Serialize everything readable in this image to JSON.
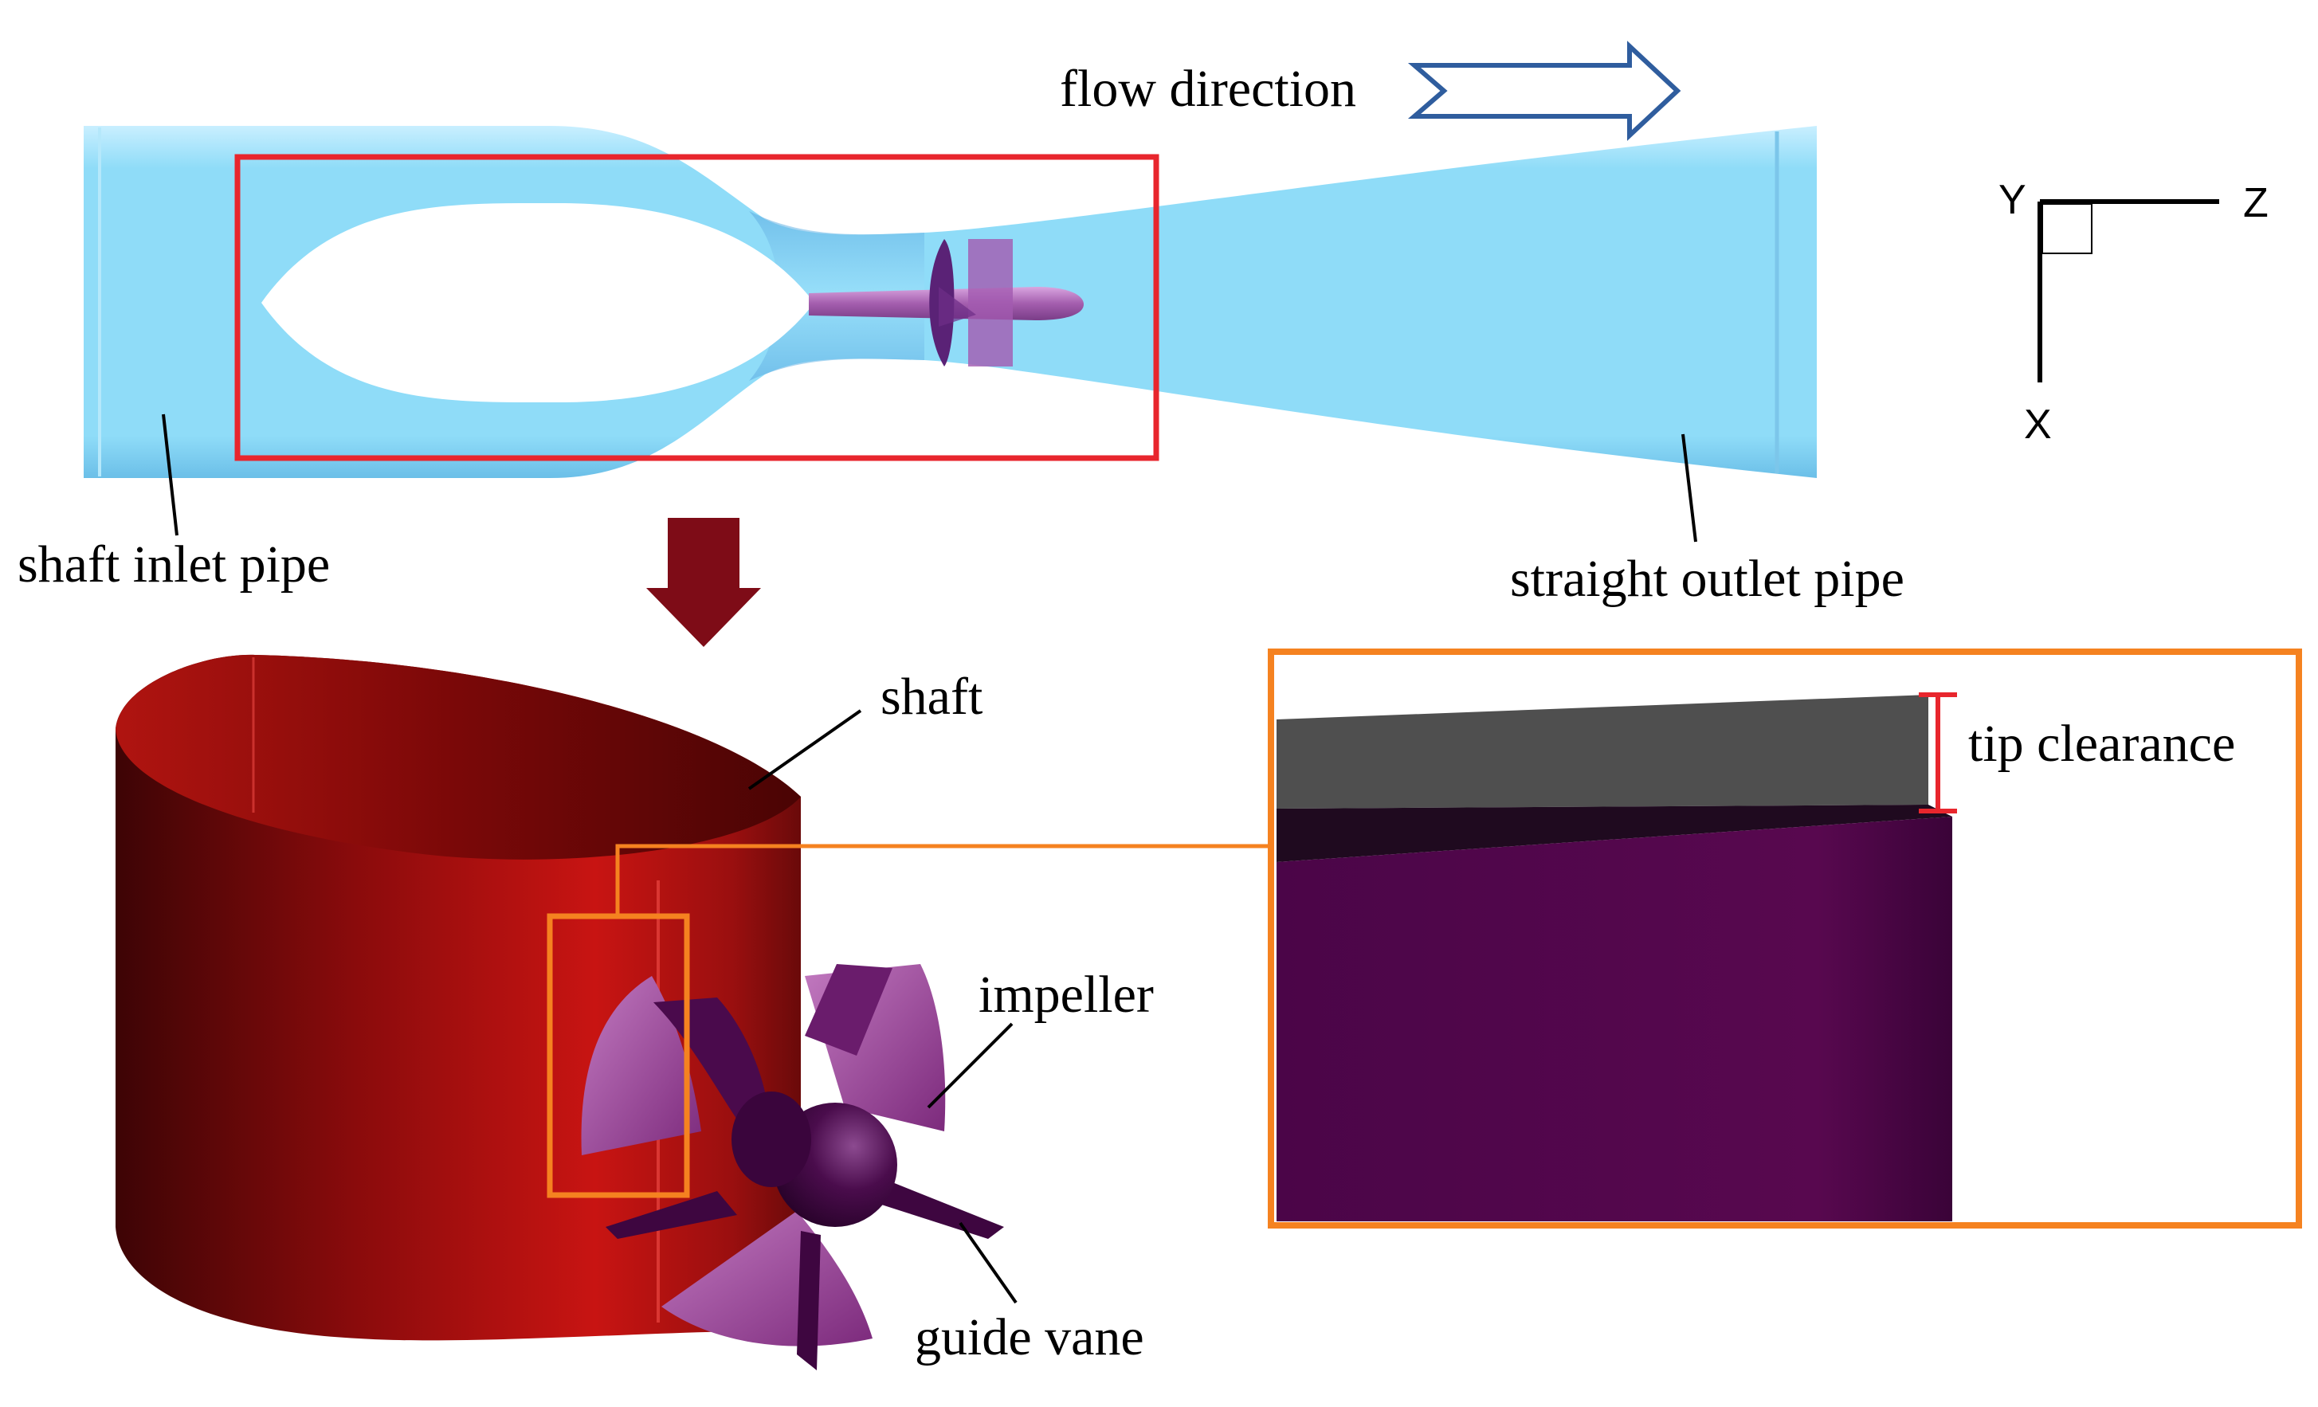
{
  "labels": {
    "flow_direction": "flow direction",
    "shaft_inlet_pipe": "shaft inlet pipe",
    "straight_outlet_pipe": "straight outlet pipe",
    "shaft": "shaft",
    "impeller": "impeller",
    "guide_vane": "guide vane",
    "tip_clearance": "tip clearance"
  },
  "axes": {
    "y": "Y",
    "z": "Z",
    "x": "X"
  },
  "colors": {
    "pipe_fluid": "#8fdcf8",
    "highlight_box": "#e8262d",
    "detail_box": "#f58220",
    "shaft_red": "#a8100f",
    "impeller_purple": "#5a0e58",
    "blade_light": "#a24ba0",
    "down_arrow": "#7e0c17",
    "flow_arrow": "#2f5d9e",
    "tip_gray": "#4f4f4f",
    "clearance_mark": "#e8262d"
  }
}
